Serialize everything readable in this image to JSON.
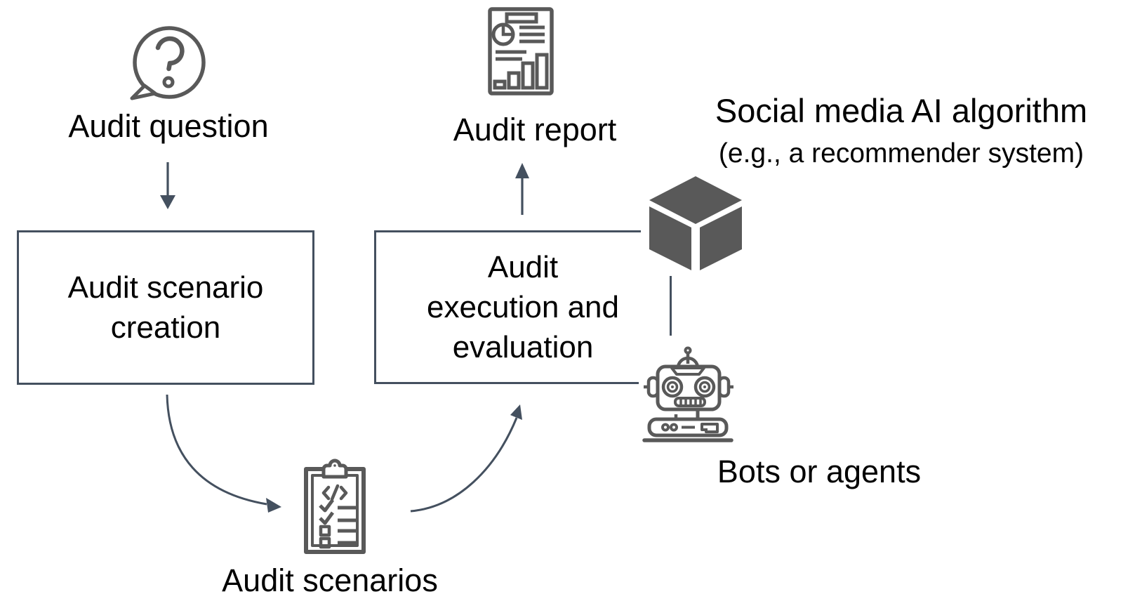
{
  "diagram": {
    "colors": {
      "accent_line": "#44505F",
      "icon_gray": "#595959",
      "text": "#000000",
      "background": "#FFFFFF"
    },
    "nodes": {
      "audit_question": {
        "label": "Audit question",
        "icon": "question-speech-bubble-icon"
      },
      "scenario_creation": {
        "lines": [
          "Audit scenario",
          "creation"
        ]
      },
      "audit_scenarios": {
        "label": "Audit scenarios",
        "icon": "clipboard-checklist-icon"
      },
      "execution_evaluation": {
        "lines": [
          "Audit",
          "execution and",
          "evaluation"
        ]
      },
      "audit_report": {
        "label": "Audit report",
        "icon": "report-document-icon"
      },
      "ai_algorithm": {
        "title": "Social media AI algorithm",
        "subtitle": "(e.g., a recommender system)",
        "icon": "cube-icon"
      },
      "bots_agents": {
        "label": "Bots or agents",
        "icon": "robot-icon"
      }
    },
    "connectors": [
      "audit-question to scenario-creation (down arrow)",
      "scenario-creation to audit-scenarios (curved arrow)",
      "audit-scenarios to execution-evaluation (curved arrow)",
      "execution-evaluation to audit-report (up arrow)",
      "execution-evaluation to cube (line)",
      "execution-evaluation to robot (line)"
    ]
  }
}
